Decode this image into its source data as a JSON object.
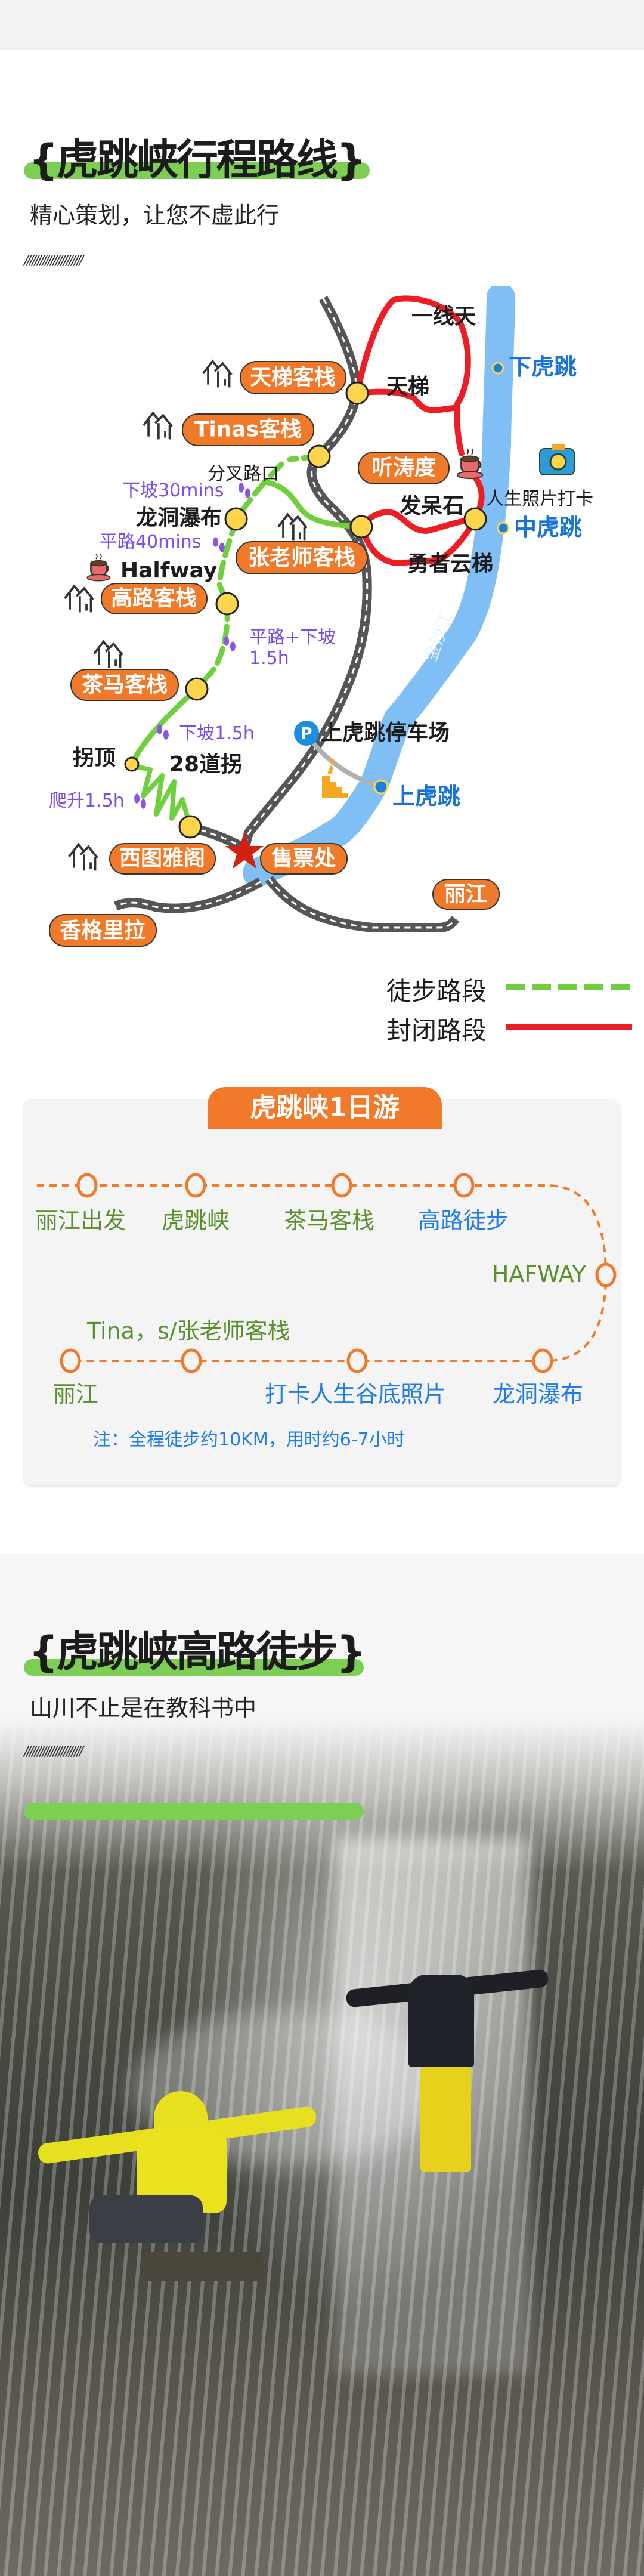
{
  "route_section": {
    "title": "{虎跳峡行程路线}",
    "subtitle": "精心策划，让您不虚此行",
    "divider": "//////////////////////"
  },
  "map": {
    "inns": {
      "tianti": "天梯客栈",
      "tinas": "Tinas客栈",
      "tingtao": "听涛度",
      "zhang": "张老师客栈",
      "gaolu": "高路客栈",
      "chama": "茶马客栈",
      "xitu": "西图雅阁",
      "ticket": "售票处",
      "lijiang": "丽江",
      "shangrila": "香格里拉"
    },
    "places": {
      "yixiantian": "一线天",
      "tianti": "天梯",
      "fadaishi": "发呆石",
      "yongzhe": "勇者云梯",
      "longdong": "龙洞瀑布",
      "halfway": "Halfway",
      "fencha": "分叉路口",
      "guaiding": "拐顶",
      "daoguai": "28道拐",
      "parking": "上虎跳停车场",
      "photo_spot": "人生照片打卡",
      "river": "金沙江"
    },
    "jumps": {
      "lower": "下虎跳",
      "middle": "中虎跳",
      "upper": "上虎跳"
    },
    "times": {
      "t1": "下坡30mins",
      "t2": "平路40mins",
      "t3a": "平路+下坡",
      "t3b": "1.5h",
      "t4": "下坡1.5h",
      "t5": "爬升1.5h"
    },
    "parking_icon": "P"
  },
  "legend": {
    "hiking": "徒步路段",
    "closed": "封闭路段",
    "colors": {
      "hiking": "#6fcf3c",
      "closed": "#ee1c25"
    }
  },
  "itinerary": {
    "title": "虎跳峡1日游",
    "top_row": [
      "丽江出发",
      "虎跳峡",
      "茶马客栈",
      "高路徒步"
    ],
    "halfway": "HAFWAY",
    "stay": "Tina，s/张老师客栈",
    "bottom_row": [
      "丽江",
      "打卡人生谷底照片",
      "龙洞瀑布"
    ],
    "note": "注：全程徒步约10KM，用时约6-7小时"
  },
  "hike_section": {
    "title": "{虎跳峡高路徒步}",
    "subtitle": "山川不止是在教科书中",
    "divider": "//////////////////////"
  },
  "colors": {
    "orange": "#f07a2a",
    "green": "#7ccf52",
    "blue": "#1e7be8",
    "river": "#80bff5"
  }
}
